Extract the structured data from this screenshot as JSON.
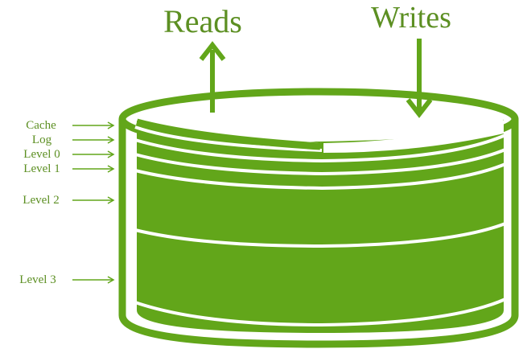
{
  "diagram": {
    "top_labels": {
      "reads": "Reads",
      "writes": "Writes"
    },
    "layer_labels": {
      "cache": "Cache",
      "log": "Log",
      "level0": "Level 0",
      "level1": "Level 1",
      "level2": "Level 2",
      "level3": "Level 3"
    },
    "colors": {
      "accent": "#62a61a",
      "label_text": "#5c8f22",
      "background": "#ffffff"
    }
  }
}
